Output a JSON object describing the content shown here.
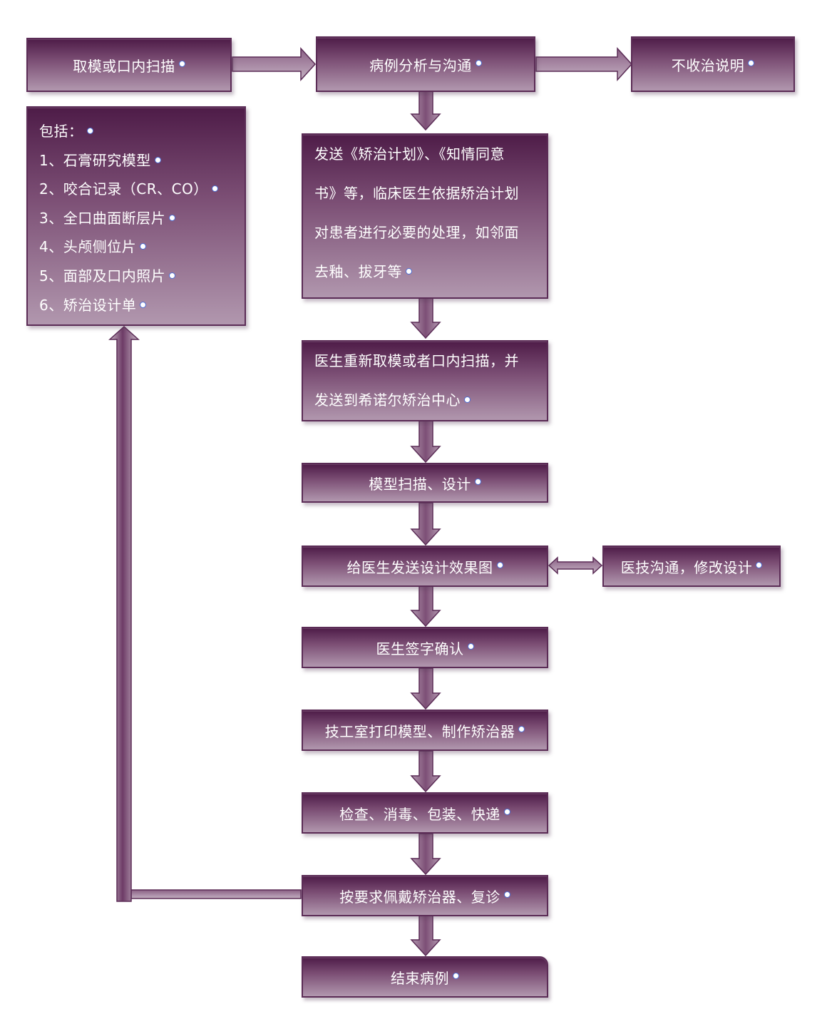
{
  "nodes": {
    "take_model": "取模或口内扫描",
    "case_analysis": "病例分析与沟通",
    "no_treatment": "不收治说明",
    "includes": {
      "title": "包括：",
      "items": [
        "1、石膏研究模型",
        "2、咬合记录（CR、CO）",
        "3、全口曲面断层片",
        "4、头颅侧位片",
        "5、面部及口内照片",
        "6、矫治设计单"
      ]
    },
    "send_plan": [
      "发送《矫治计划》、《知情同意",
      "书》等，临床医生依据矫治计划",
      "对患者进行必要的处理，如邻面",
      "去釉、拔牙等"
    ],
    "retake": [
      "医生重新取模或者口内扫描，并",
      "发送到希诺尔矫治中心"
    ],
    "scan_design": "模型扫描、设计",
    "send_design": "给医生发送设计效果图",
    "tech_comm": "医技沟通，修改设计",
    "doctor_sign": "医生签字确认",
    "print_make": "技工室打印模型、制作矫治器",
    "check_pack": "检查、消毒、包装、快递",
    "wear_followup": "按要求佩戴矫治器、复诊",
    "end_case": "结束病例"
  },
  "colors": {
    "box_top": "#4e1c48",
    "box_mid": "#7c4f75",
    "box_bottom": "#b197ae",
    "border": "#5b2c56",
    "text": "#ffffff",
    "mark": "#4d6fd6"
  }
}
